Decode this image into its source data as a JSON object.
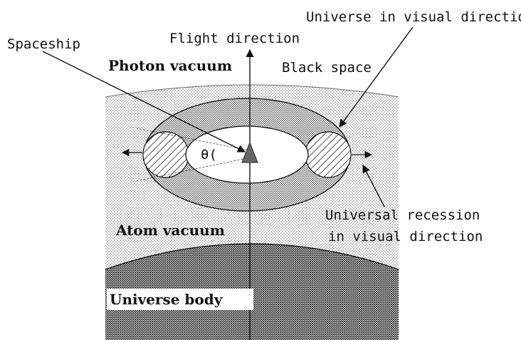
{
  "diagram": {
    "labels": {
      "universe_visual": "Universe in visual direction",
      "flight_direction": "Flight direction",
      "spaceship": "Spaceship",
      "photon_vacuum": "Photon vacuum",
      "black_space": "Black space",
      "theta": "θ(",
      "universal_recession_1": "Universal recession",
      "universal_recession_2": "in visual direction",
      "atom_vacuum": "Atom vacuum",
      "universe_body": "Universe body"
    }
  }
}
